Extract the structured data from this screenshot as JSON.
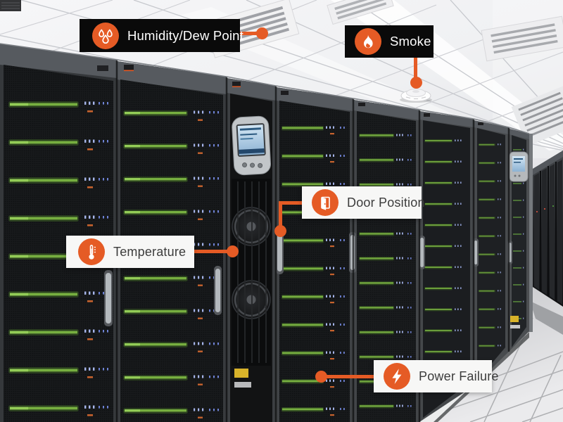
{
  "colors": {
    "accent": "#E55B25",
    "dark_label_bg": "#0A0A0A",
    "light_label_bg": "#F7F7F6",
    "dark_label_text": "#FFFFFF",
    "light_label_text": "#3C3C3C"
  },
  "callouts": {
    "humidity": {
      "label": "Humidity/Dew Point",
      "icon": "water-droplets-icon",
      "theme": "dark",
      "target": "ceiling-vent"
    },
    "smoke": {
      "label": "Smoke",
      "icon": "flame-icon",
      "theme": "dark",
      "target": "smoke-detector"
    },
    "door_position": {
      "label": "Door Position",
      "icon": "open-door-icon",
      "theme": "light",
      "target": "rack-door-handle"
    },
    "temperature": {
      "label": "Temperature",
      "icon": "thermometer-icon",
      "theme": "light",
      "target": "ups-fan-door"
    },
    "power_failure": {
      "label": "Power Failure",
      "icon": "lightning-bolt-icon",
      "theme": "light",
      "target": "rack-door"
    }
  }
}
